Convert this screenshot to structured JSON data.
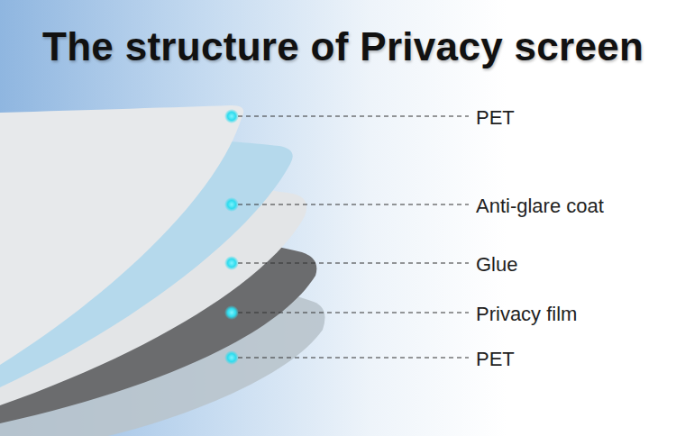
{
  "diagram": {
    "title": "The structure of Privacy screen",
    "labels": [
      "PET",
      "Anti-glare coat",
      "Glue",
      "Privacy film",
      "PET"
    ]
  }
}
